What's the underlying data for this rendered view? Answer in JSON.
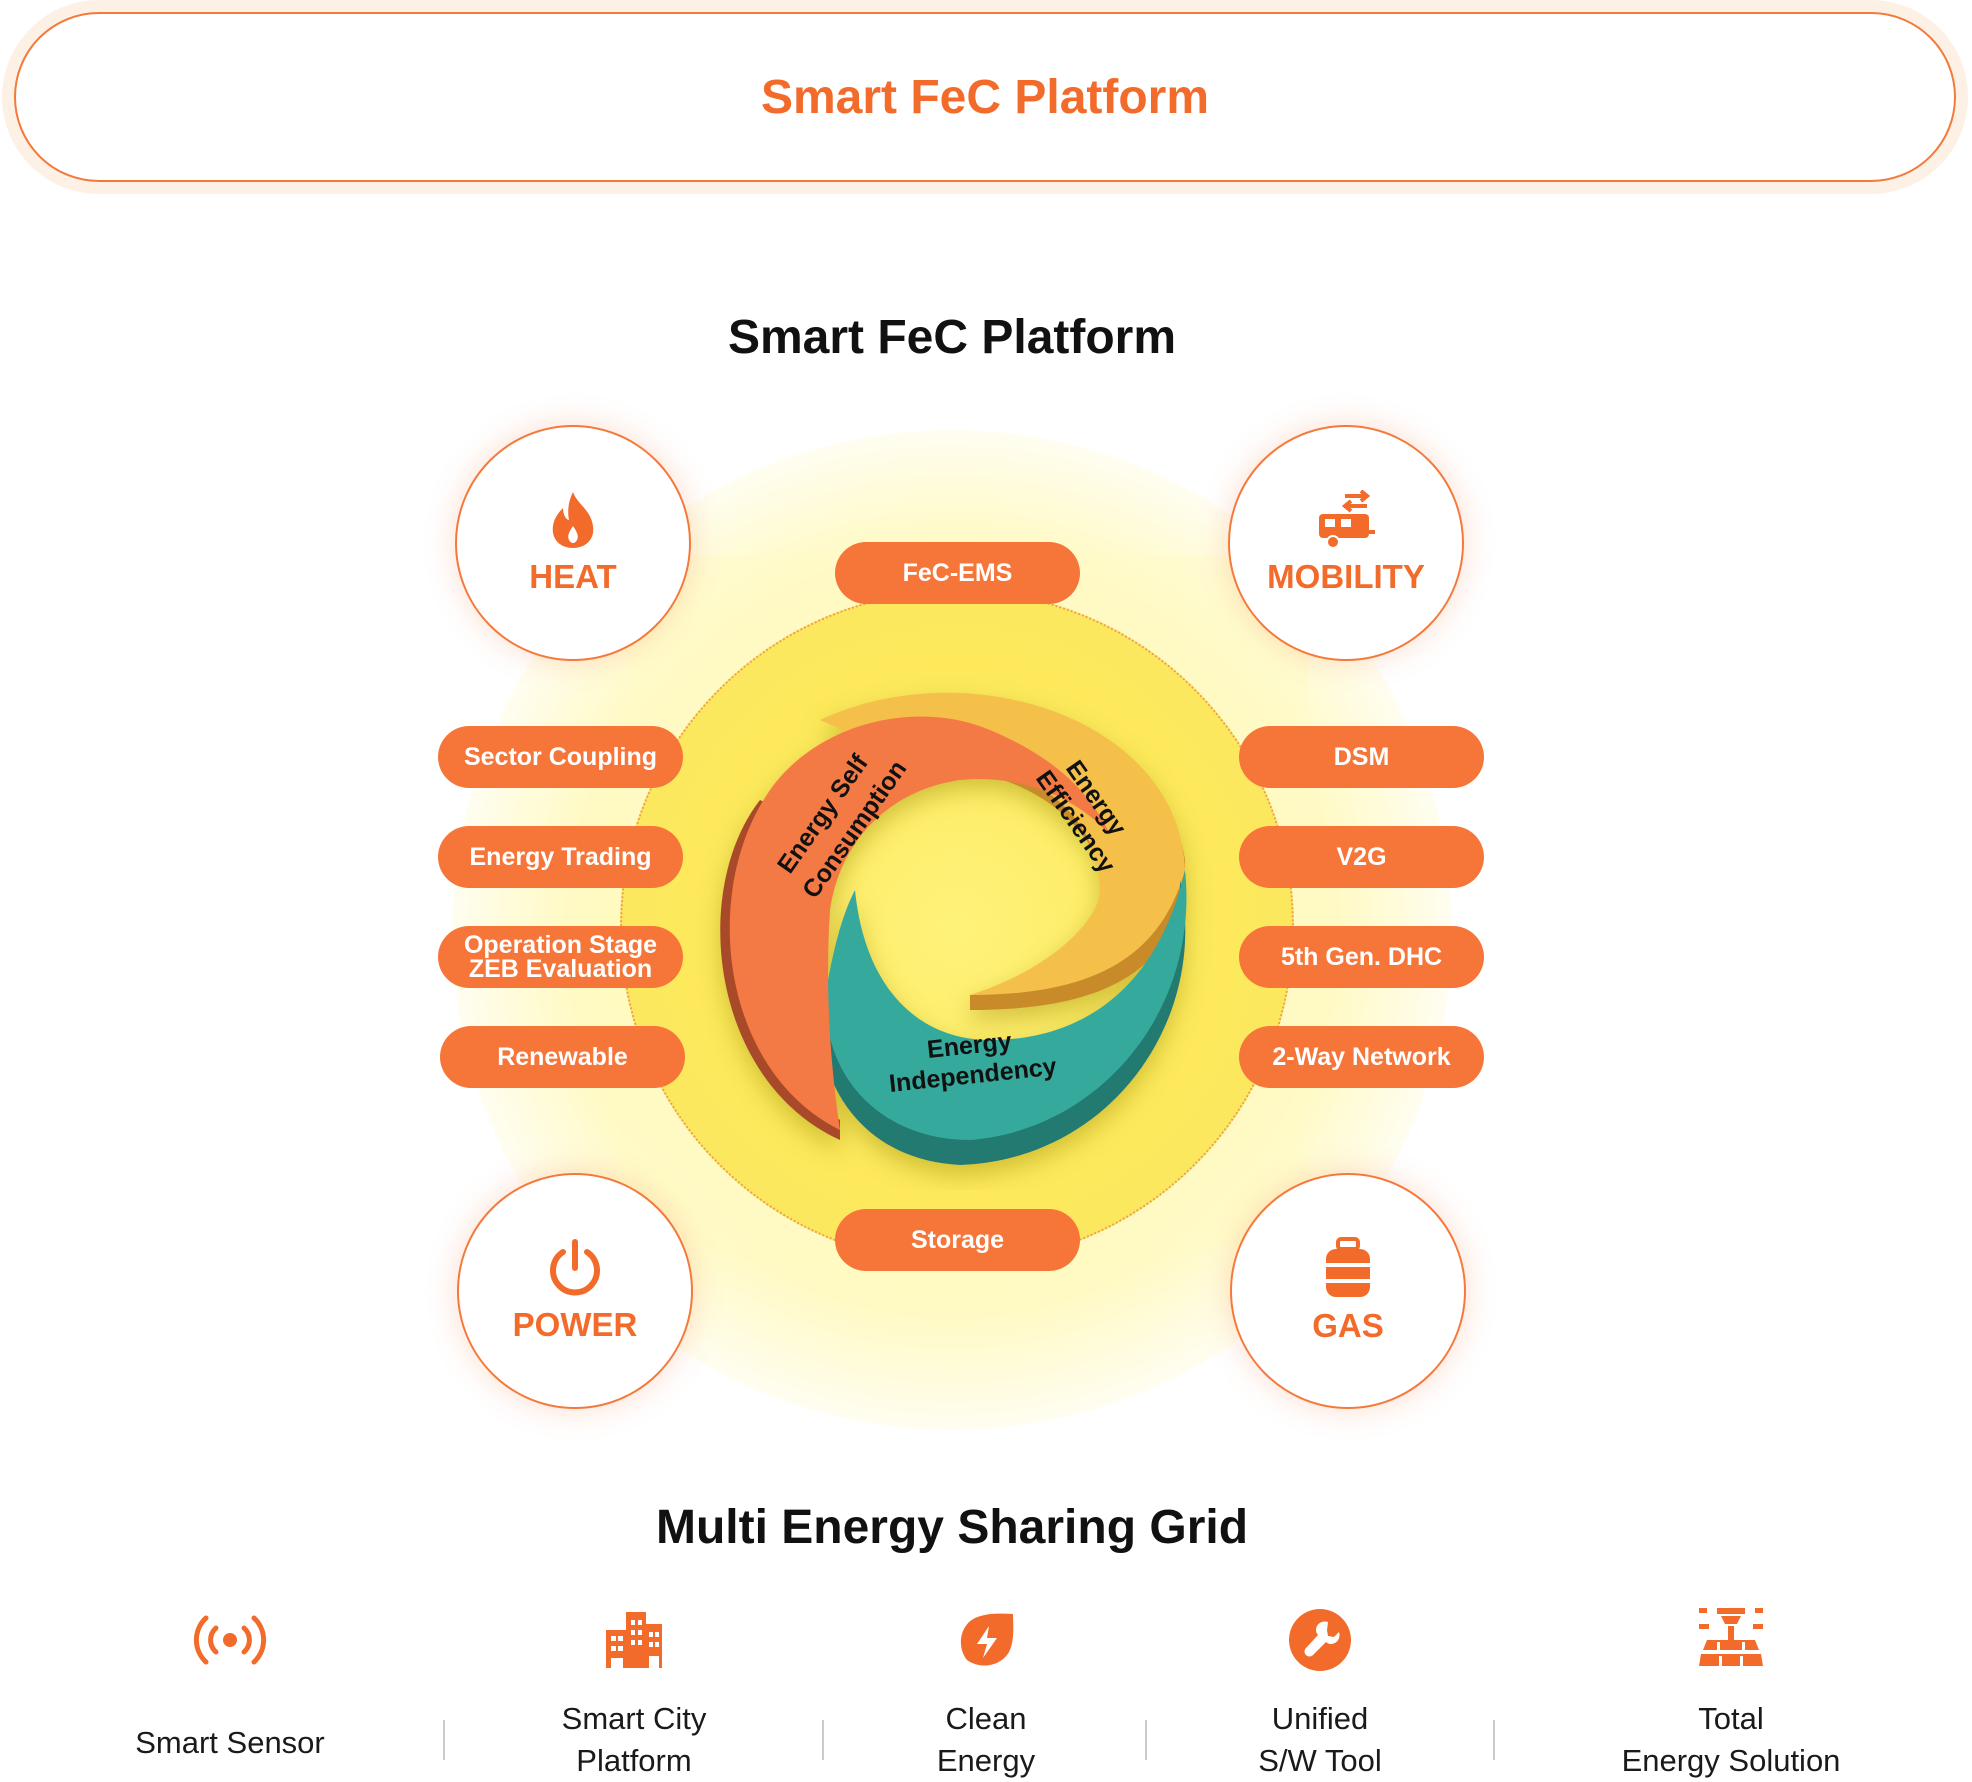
{
  "header": {
    "title": "Smart FeC Platform"
  },
  "diagram": {
    "title": "Smart FeC Platform",
    "corners": {
      "heat": "HEAT",
      "mobility": "MOBILITY",
      "power": "POWER",
      "gas": "GAS"
    },
    "top_pill": "FeC-EMS",
    "bottom_pill": "Storage",
    "left_pills": [
      "Sector Coupling",
      "Energy Trading",
      "Operation Stage",
      "ZEB Evaluation",
      "Renewable"
    ],
    "right_pills": [
      "DSM",
      "V2G",
      "5th Gen. DHC",
      "2-Way Network"
    ],
    "segments": {
      "self_consumption_1": "Energy Self",
      "self_consumption_2": "Consumption",
      "efficiency_1": "Energy",
      "efficiency_2": "Efficiency",
      "independency_1": "Energy",
      "independency_2": "Independency"
    },
    "colors": {
      "accent": "#f6763a",
      "self_consumption": "#f47a45",
      "efficiency": "#f5c04a",
      "independency": "#35a99c",
      "disc": "#fde95a"
    }
  },
  "grid": {
    "title": "Multi Energy Sharing Grid",
    "items": [
      {
        "icon": "signal-icon",
        "line1": "Smart Sensor",
        "line2": ""
      },
      {
        "icon": "building-icon",
        "line1": "Smart City",
        "line2": "Platform"
      },
      {
        "icon": "leaf-bolt-icon",
        "line1": "Clean",
        "line2": "Energy"
      },
      {
        "icon": "wrench-icon",
        "line1": "Unified",
        "line2": "S/W Tool"
      },
      {
        "icon": "solar-tower-icon",
        "line1": "Total",
        "line2": "Energy Solution"
      }
    ]
  }
}
